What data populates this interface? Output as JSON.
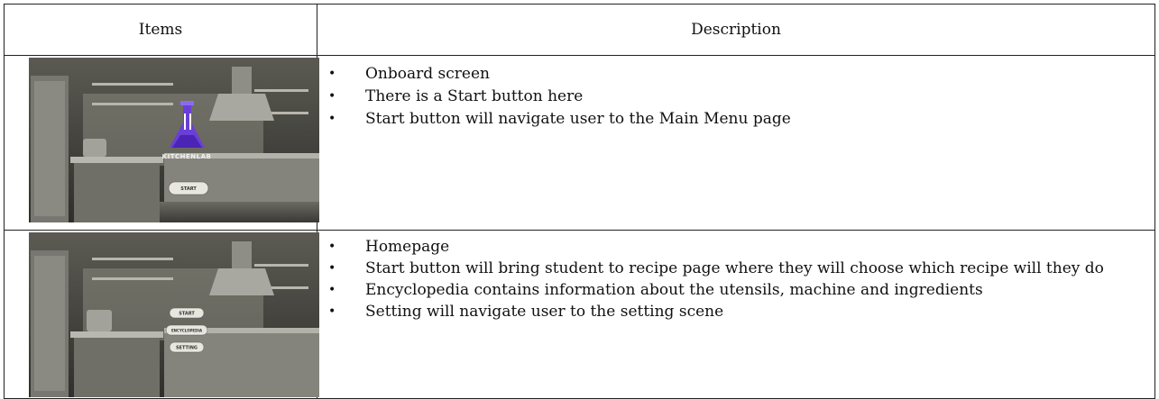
{
  "table": {
    "headers": {
      "items": "Items",
      "description": "Description"
    },
    "rows": [
      {
        "image": {
          "kind": "onboard-screen-screenshot",
          "logo_text": "KITCHENLAB",
          "button_labels": [
            "START"
          ]
        },
        "bullets": [
          "Onboard screen",
          "There is a Start button here",
          "Start button will navigate user to the Main Menu page"
        ]
      },
      {
        "image": {
          "kind": "homepage-screenshot",
          "button_labels": [
            "START",
            "ENCYCLOPEDIA",
            "SETTING"
          ]
        },
        "bullets": [
          "Homepage",
          "Start button will bring student to recipe page where they will choose which recipe will they do",
          "Encyclopedia contains information about the utensils, machine and ingredients",
          "Setting will navigate user to the setting scene"
        ]
      }
    ]
  },
  "colors": {
    "logo_purple": "#6a3fd8",
    "kitchen_dark": "#3b3b37",
    "steel": "#9a9a92"
  }
}
